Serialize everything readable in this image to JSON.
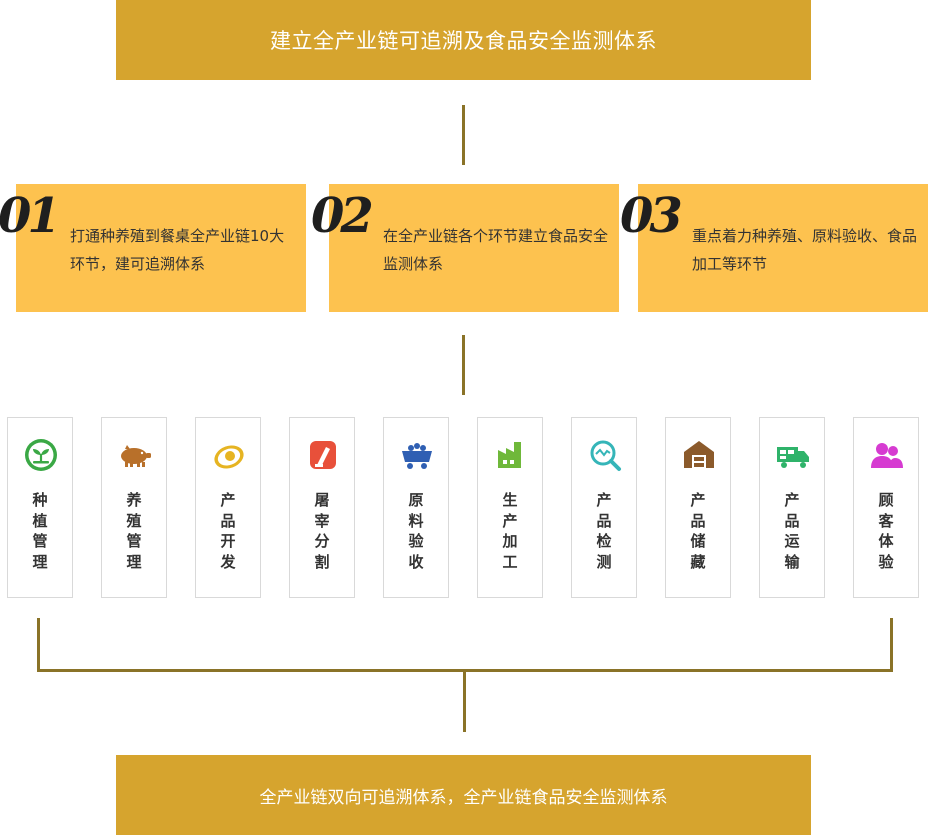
{
  "header": {
    "title": "建立全产业链可追溯及食品安全监测体系"
  },
  "cards": [
    {
      "number": "01",
      "text": "打通种养殖到餐桌全产业链10大环节，建可追溯体系"
    },
    {
      "number": "02",
      "text": "在全产业链各个环节建立食品安全监测体系"
    },
    {
      "number": "03",
      "text": "重点着力种养殖、原料验收、食品加工等环节"
    }
  ],
  "steps": [
    {
      "label": "种\n植\n管\n理",
      "icon": "sprout-icon",
      "color": "#3aa845"
    },
    {
      "label": "养\n殖\n管\n理",
      "icon": "pig-icon",
      "color": "#b8702a"
    },
    {
      "label": "产\n品\n开\n发",
      "icon": "egg-icon",
      "color": "#e6b422"
    },
    {
      "label": "屠\n宰\n分\n割",
      "icon": "knife-icon",
      "color": "#e8503a"
    },
    {
      "label": "原\n料\n验\n收",
      "icon": "cart-icon",
      "color": "#2f5fb3"
    },
    {
      "label": "生\n产\n加\n工",
      "icon": "factory-icon",
      "color": "#6fb83a"
    },
    {
      "label": "产\n品\n检\n测",
      "icon": "magnifier-icon",
      "color": "#35b5b8"
    },
    {
      "label": "产\n品\n储\n藏",
      "icon": "warehouse-icon",
      "color": "#8b5a2b"
    },
    {
      "label": "产\n品\n运\n输",
      "icon": "truck-icon",
      "color": "#2fb36a"
    },
    {
      "label": "顾\n客\n体\n验",
      "icon": "customers-icon",
      "color": "#d63bd1"
    }
  ],
  "footer": {
    "title": "全产业链双向可追溯体系，全产业链食品安全监测体系"
  }
}
